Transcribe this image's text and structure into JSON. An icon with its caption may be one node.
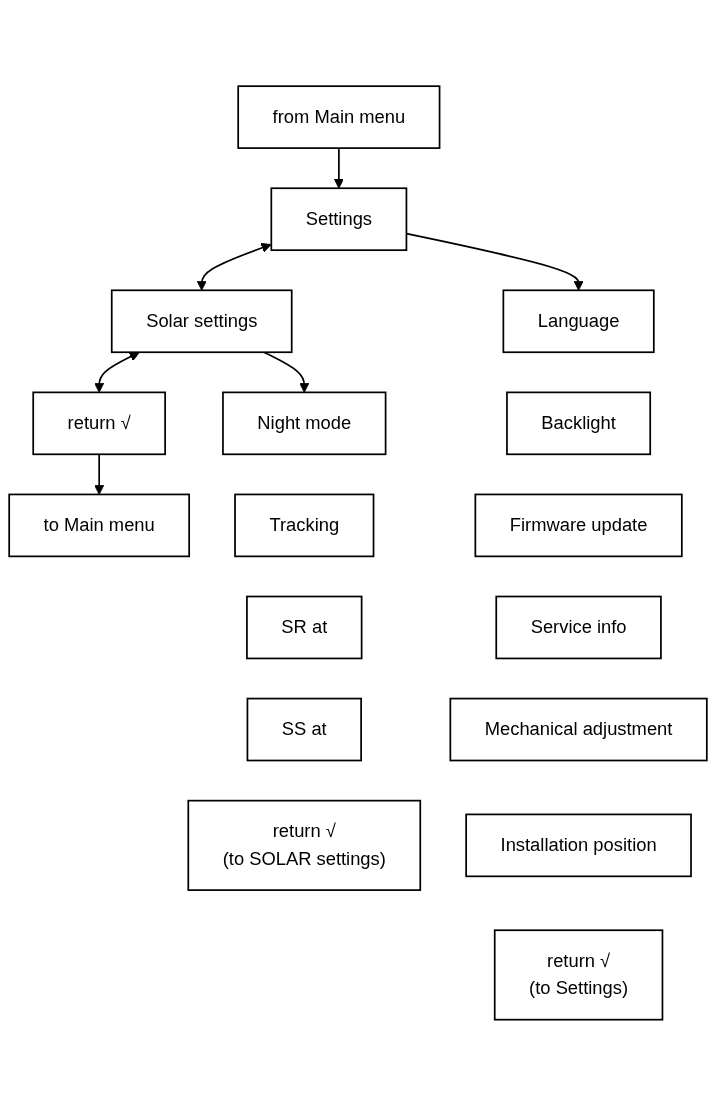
{
  "diagram": {
    "nodes": [
      {
        "text": [
          "from Main menu"
        ]
      },
      {
        "text": [
          "to Main menu"
        ]
      },
      {
        "text": [
          "Settings"
        ]
      },
      {
        "text": [
          "Solar settings"
        ]
      },
      {
        "text": [
          "return √"
        ]
      },
      {
        "text": [
          "Language"
        ]
      },
      {
        "text": [
          "Night mode"
        ]
      },
      {
        "text": [
          "Backlight"
        ]
      },
      {
        "text": [
          "Tracking"
        ]
      },
      {
        "text": [
          "Firmware update"
        ]
      },
      {
        "text": [
          "SR at"
        ]
      },
      {
        "text": [
          "Service info"
        ]
      },
      {
        "text": [
          "SS at"
        ]
      },
      {
        "text": [
          "Mechanical adjustment"
        ]
      },
      {
        "text": [
          "Installation position"
        ]
      },
      {
        "text": [
          "return √",
          "(to Settings)"
        ]
      },
      {
        "text": [
          "return √",
          "(to SOLAR settings)"
        ]
      }
    ],
    "edges": [
      {
        "from": 0,
        "to": 2,
        "arrow": "to"
      },
      {
        "from": 2,
        "to": 3,
        "arrow": "both"
      },
      {
        "from": 3,
        "to": 4,
        "arrow": "both"
      },
      {
        "from": 4,
        "to": 1,
        "arrow": "to"
      },
      {
        "from": 2,
        "to": 5,
        "arrow": "to"
      },
      {
        "from": 3,
        "to": 6,
        "arrow": "to"
      }
    ]
  }
}
